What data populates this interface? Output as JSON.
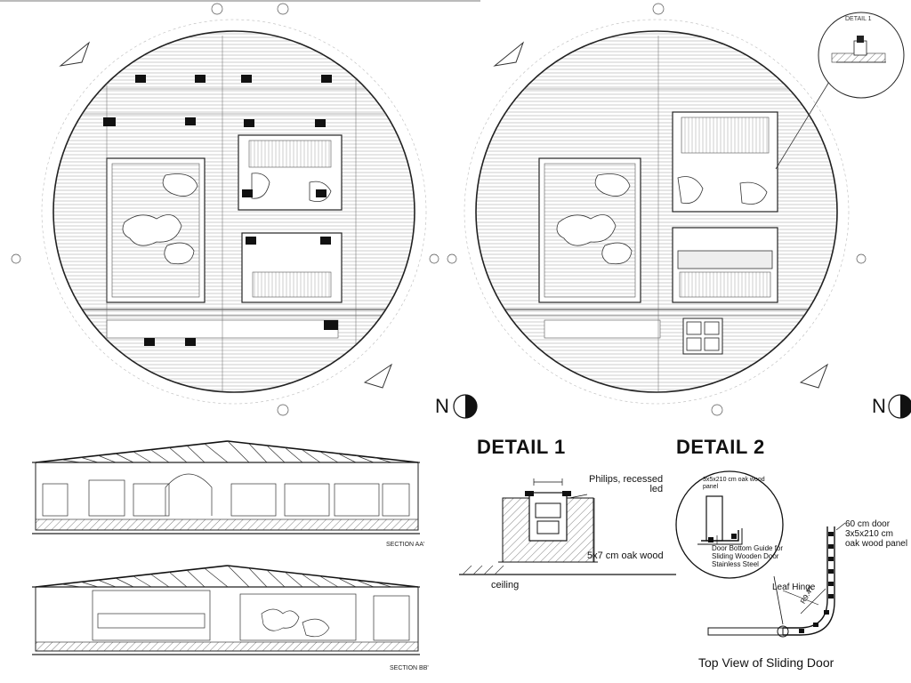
{
  "plans": {
    "north_label": "N",
    "detail_bubble_label": "DETAIL 1"
  },
  "sections": {
    "aa_label": "SECTION AA'",
    "bb_label": "SECTION BB'"
  },
  "detail1": {
    "title": "DETAIL 1",
    "fixture_note": "Philips, recessed\nled",
    "wood_note": "5x7 cm oak wood",
    "ceiling_note": "ceiling"
  },
  "detail2": {
    "title": "DETAIL 2",
    "panel_note": "3x5x210 cm oak wood\npanel",
    "guide_note": "Door Bottom Guide for\nSliding Wooden Door\nStainless Steel",
    "door_note": "60 cm door\n3x5x210 cm\noak wood panel",
    "hinge_note": "Leaf Hinge",
    "radius_note": "R9.47",
    "caption": "Top View of Sliding Door"
  }
}
